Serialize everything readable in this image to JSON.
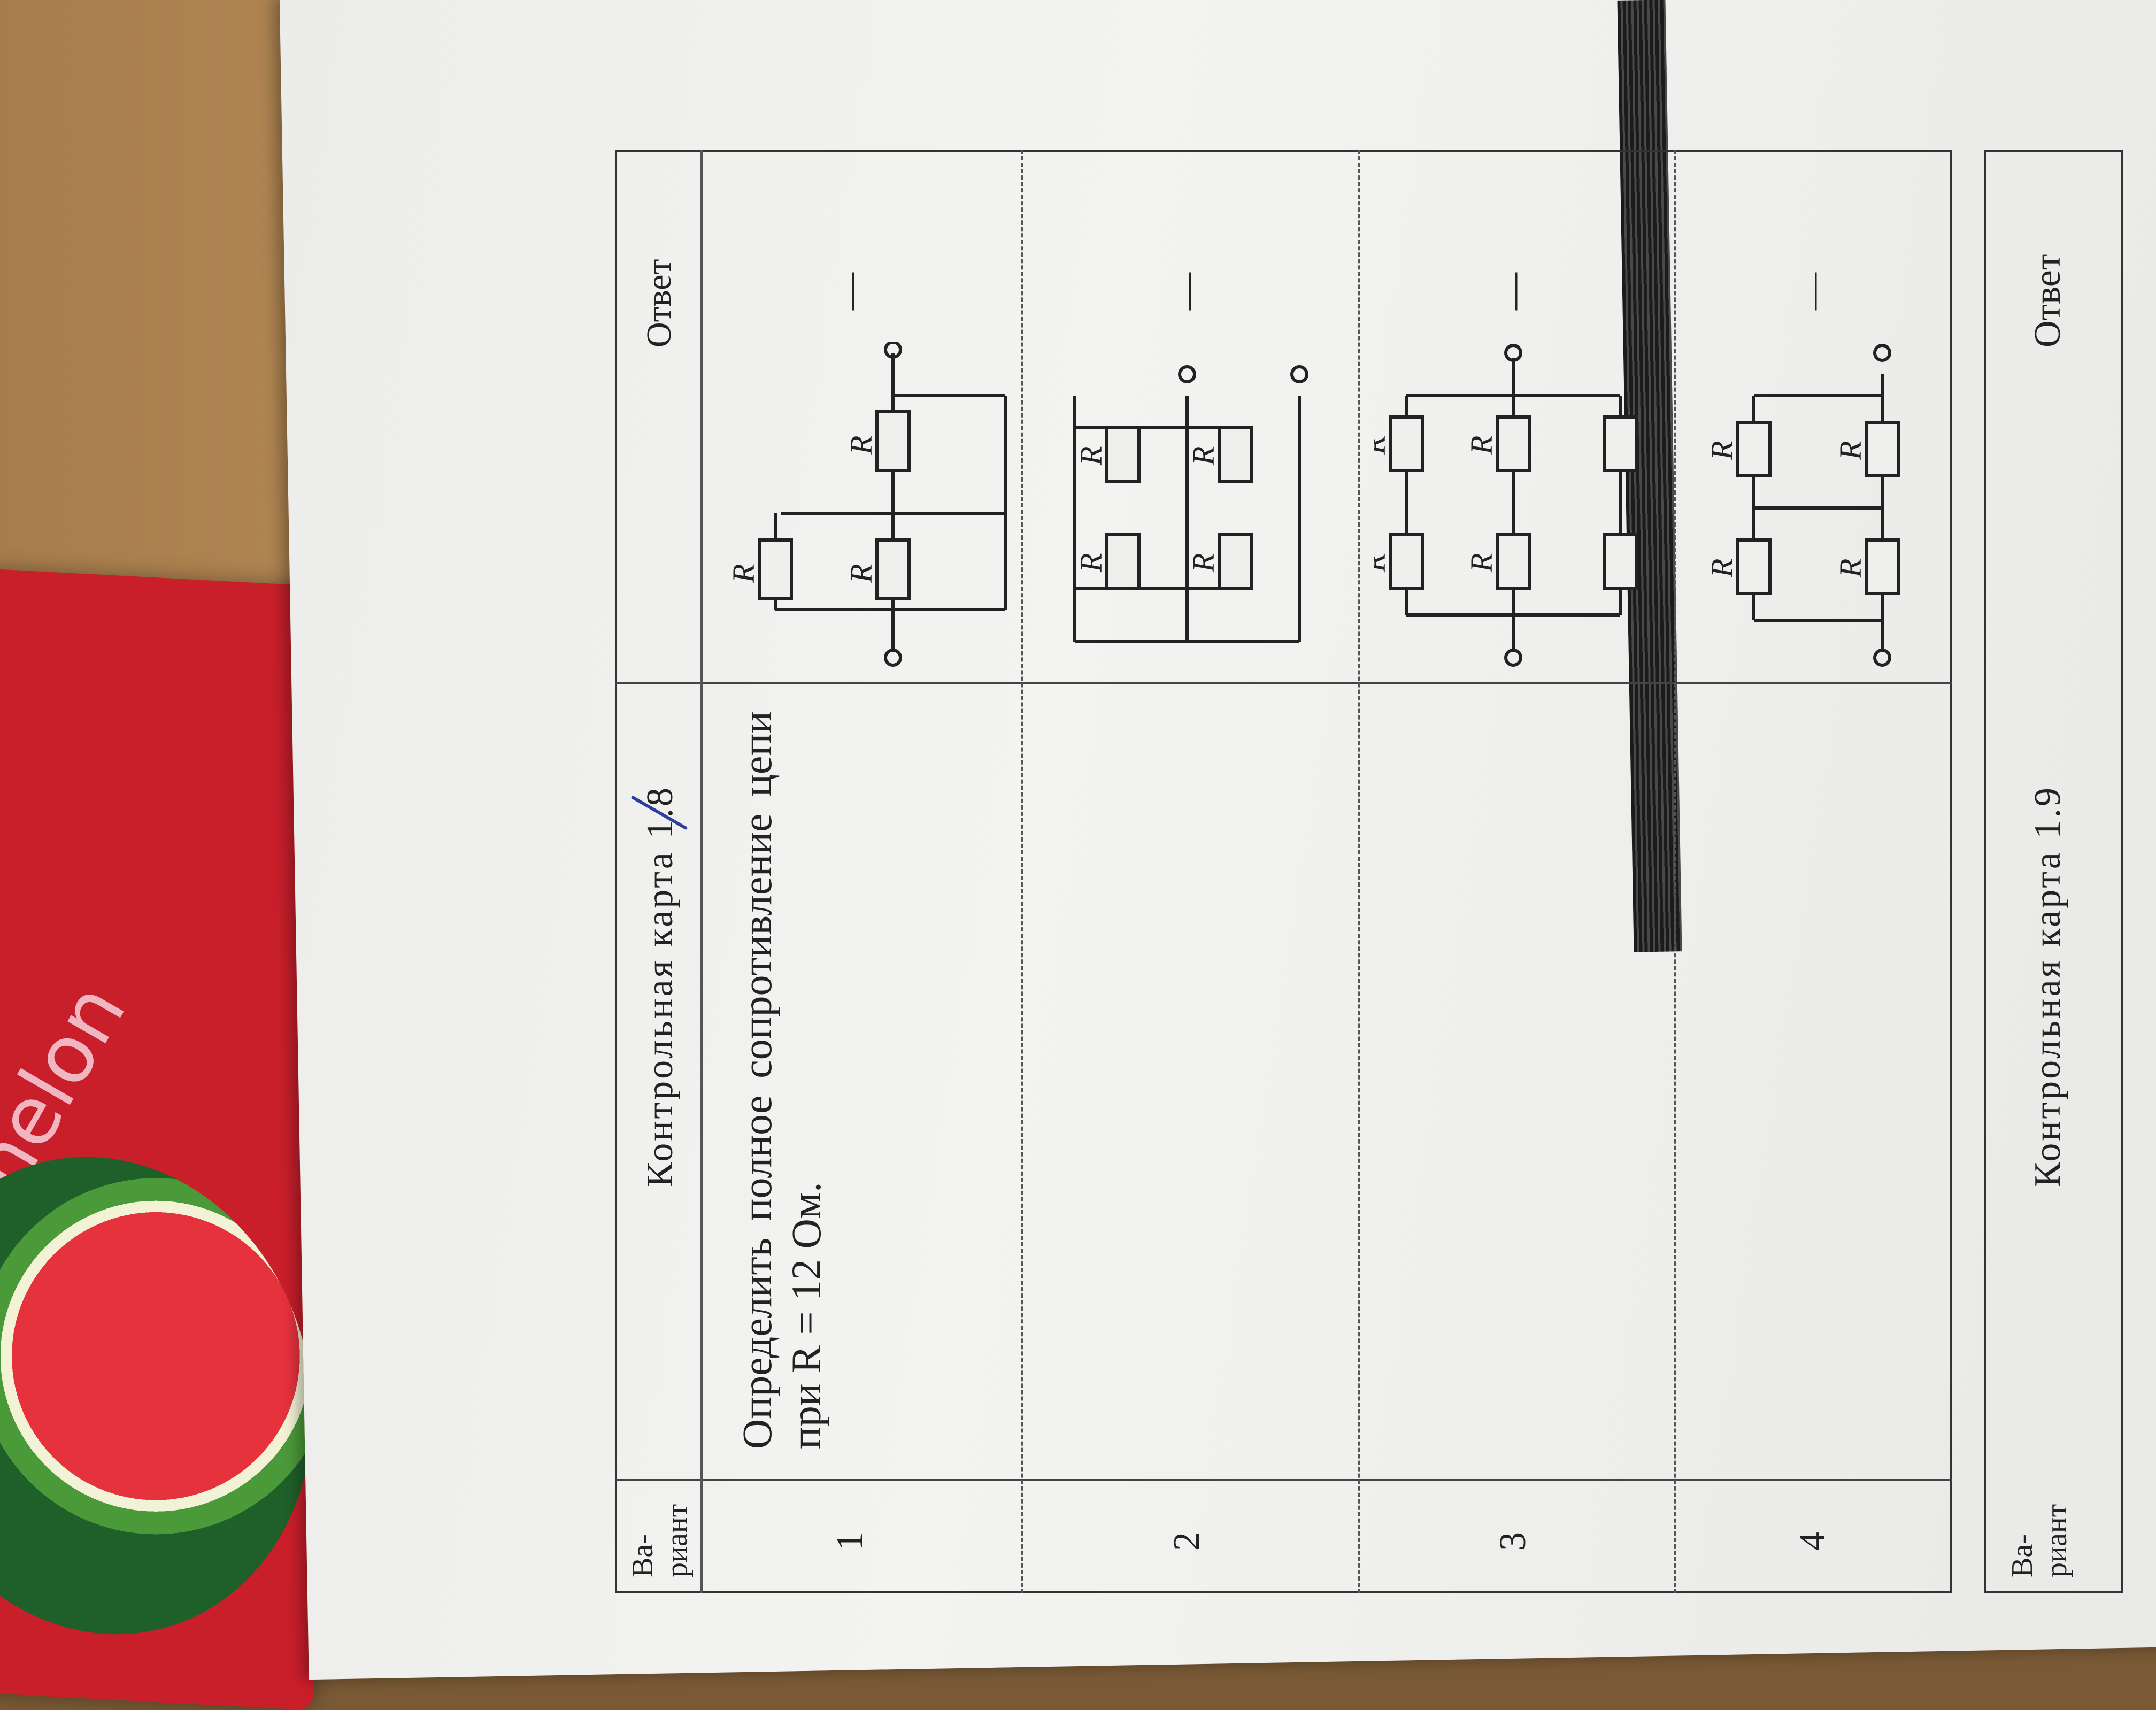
{
  "card_top": {
    "title": "Контрольная карта 1.8",
    "col_variant": "Ва-\nриант",
    "col_answer": "Ответ",
    "task": "Определить полное сопротивление цепи при R = 12 Ом.",
    "variants": [
      "1",
      "2",
      "3",
      "4"
    ],
    "answers": [
      "—",
      "—",
      "—",
      "—"
    ],
    "resistor_label": "R"
  },
  "card_bottom": {
    "title": "Контрольная карта 1.9",
    "col_variant": "Ва-\nриант",
    "col_answer": "Ответ"
  },
  "notebook": {
    "label": "melon"
  },
  "colors": {
    "paper": "#efefed",
    "ink": "#222222",
    "pen": "#2b3fa0",
    "notebook": "#c91f2b"
  }
}
